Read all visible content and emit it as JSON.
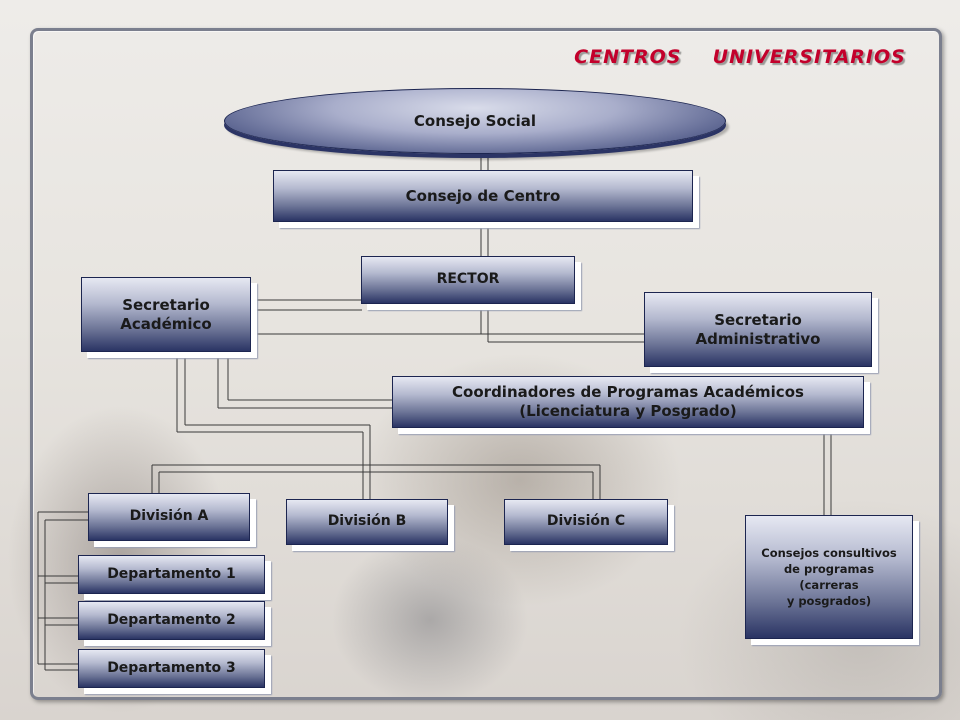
{
  "title": "CENTROS  UNIVERSITARIOS",
  "nodes": {
    "consejo_social": "Consejo Social",
    "consejo_centro": "Consejo de Centro",
    "rector": "RECTOR",
    "sec_academico": [
      "Secretario",
      "Académico"
    ],
    "sec_admin": [
      "Secretario",
      "Administrativo"
    ],
    "coordinadores": [
      "Coordinadores de Programas Académicos",
      "(Licenciatura y Posgrado)"
    ],
    "division_a": "División A",
    "division_b": "División B",
    "division_c": "División C",
    "departamento_1": "Departamento 1",
    "departamento_2": "Departamento 2",
    "departamento_3": "Departamento 3",
    "consejos": [
      "Consejos consultivos",
      "de programas",
      "(carreras",
      "y posgrados)"
    ]
  },
  "colors": {
    "title": "#c3002b",
    "box_dark": "#2a3464",
    "connector": "#333333"
  }
}
